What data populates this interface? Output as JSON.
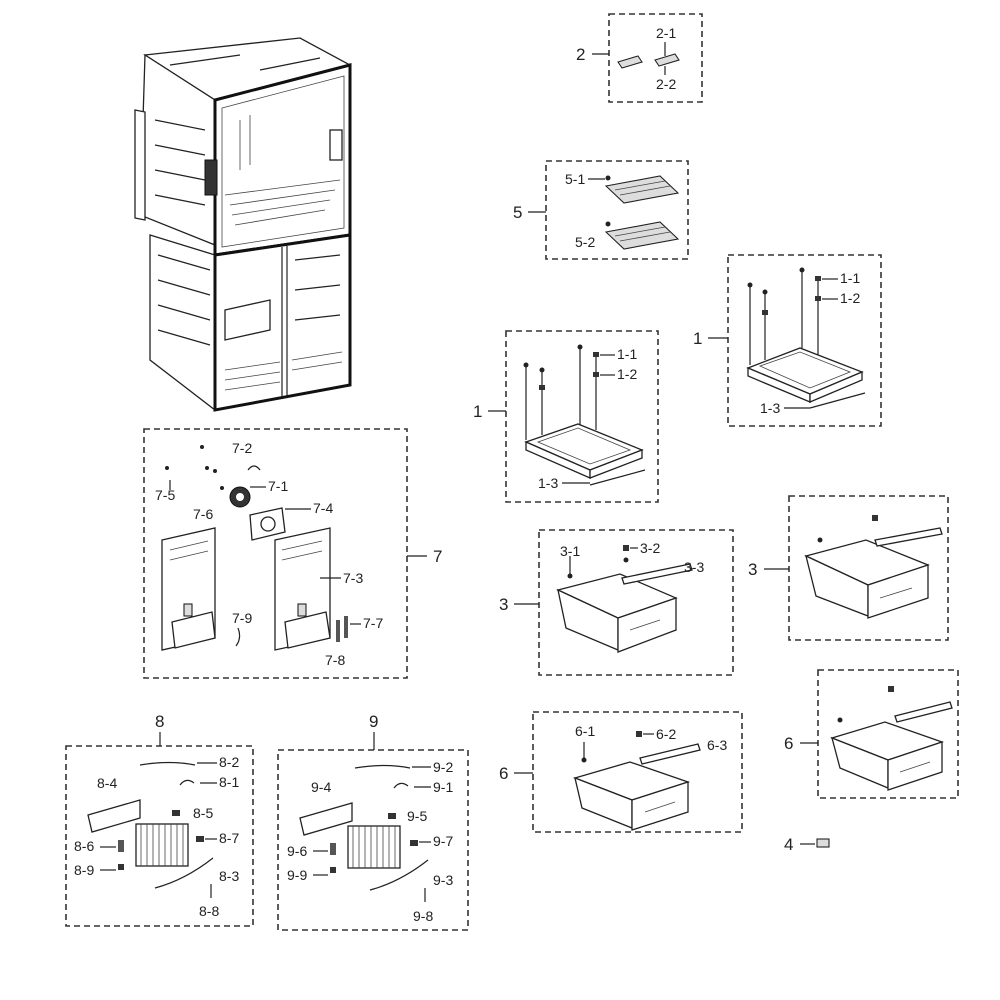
{
  "labels": {
    "g2": "2",
    "l2_1": "2-1",
    "l2_2": "2-2",
    "g5": "5",
    "l5_1": "5-1",
    "l5_2": "5-2",
    "g1a": "1",
    "l1a_1": "1-1",
    "l1a_2": "1-2",
    "l1a_3": "1-3",
    "g1b": "1",
    "l1b_1": "1-1",
    "l1b_2": "1-2",
    "l1b_3": "1-3",
    "g7": "7",
    "l7_1": "7-1",
    "l7_2": "7-2",
    "l7_3": "7-3",
    "l7_4": "7-4",
    "l7_5": "7-5",
    "l7_6": "7-6",
    "l7_7": "7-7",
    "l7_8": "7-8",
    "l7_9": "7-9",
    "g3a": "3",
    "l3_1": "3-1",
    "l3_2": "3-2",
    "l3_3": "3-3",
    "g3b": "3",
    "g6a": "6",
    "l6_1": "6-1",
    "l6_2": "6-2",
    "l6_3": "6-3",
    "g6b": "6",
    "g4": "4",
    "g8": "8",
    "l8_1": "8-1",
    "l8_2": "8-2",
    "l8_3": "8-3",
    "l8_4": "8-4",
    "l8_5": "8-5",
    "l8_6": "8-6",
    "l8_7": "8-7",
    "l8_8": "8-8",
    "l8_9": "8-9",
    "g9": "9",
    "l9_1": "9-1",
    "l9_2": "9-2",
    "l9_3": "9-3",
    "l9_4": "9-4",
    "l9_5": "9-5",
    "l9_6": "9-6",
    "l9_7": "9-7",
    "l9_8": "9-8",
    "l9_9": "9-9"
  }
}
